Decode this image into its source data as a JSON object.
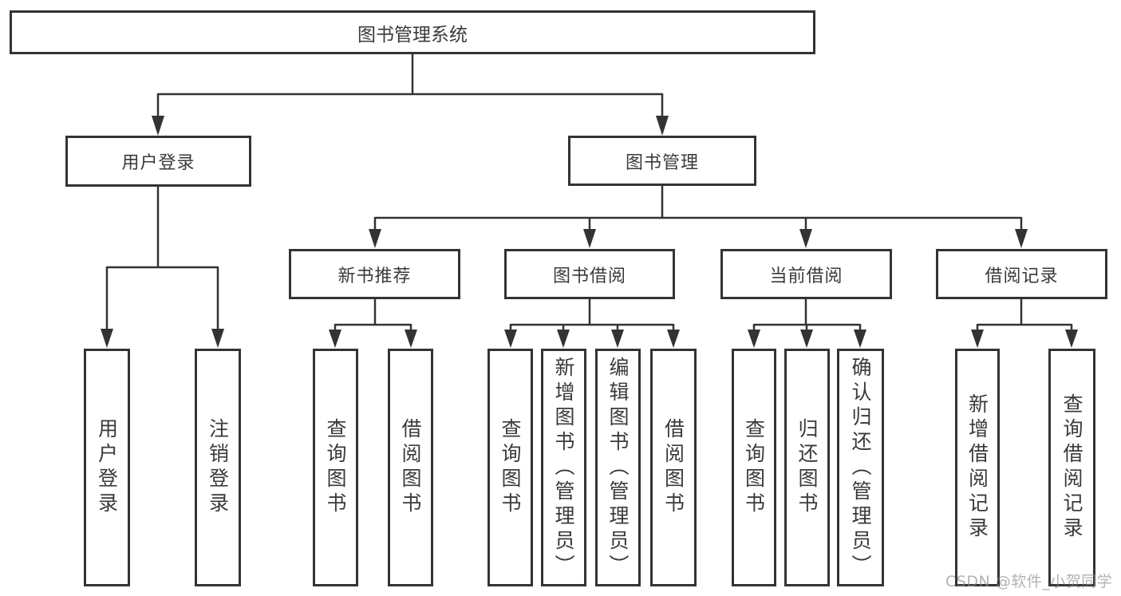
{
  "diagram": {
    "title": "图书管理系统",
    "colors": {
      "background": "#ffffff",
      "line": "#333333",
      "box_border": "#333333",
      "text": "#3a3a3a",
      "watermark": "#8a8a8a"
    },
    "nodes": {
      "root": {
        "label": "图书管理系统"
      },
      "user_login": {
        "label": "用户登录"
      },
      "book_mgmt": {
        "label": "图书管理"
      },
      "new_book_rec": {
        "label": "新书推荐"
      },
      "book_borrow": {
        "label": "图书借阅"
      },
      "current_borrow": {
        "label": "当前借阅"
      },
      "borrow_records": {
        "label": "借阅记录"
      },
      "leaf_user_login": {
        "label": "用户登录"
      },
      "leaf_logout": {
        "label": "注销登录"
      },
      "leaf_query_book_1": {
        "label": "查询图书"
      },
      "leaf_borrow_book_1": {
        "label": "借阅图书"
      },
      "leaf_query_book_2": {
        "label": "查询图书"
      },
      "leaf_add_book": {
        "label": "新增图书（管理员）"
      },
      "leaf_edit_book": {
        "label": "编辑图书（管理员）"
      },
      "leaf_borrow_book_2": {
        "label": "借阅图书"
      },
      "leaf_query_book_3": {
        "label": "查询图书"
      },
      "leaf_return_book": {
        "label": "归还图书"
      },
      "leaf_confirm_return": {
        "label": "确认归还（管理员）"
      },
      "leaf_add_borrow_record": {
        "label": "新增借阅记录"
      },
      "leaf_query_borrow_record": {
        "label": "查询借阅记录"
      }
    },
    "watermark": "CSDN @软件_小贺同学"
  }
}
